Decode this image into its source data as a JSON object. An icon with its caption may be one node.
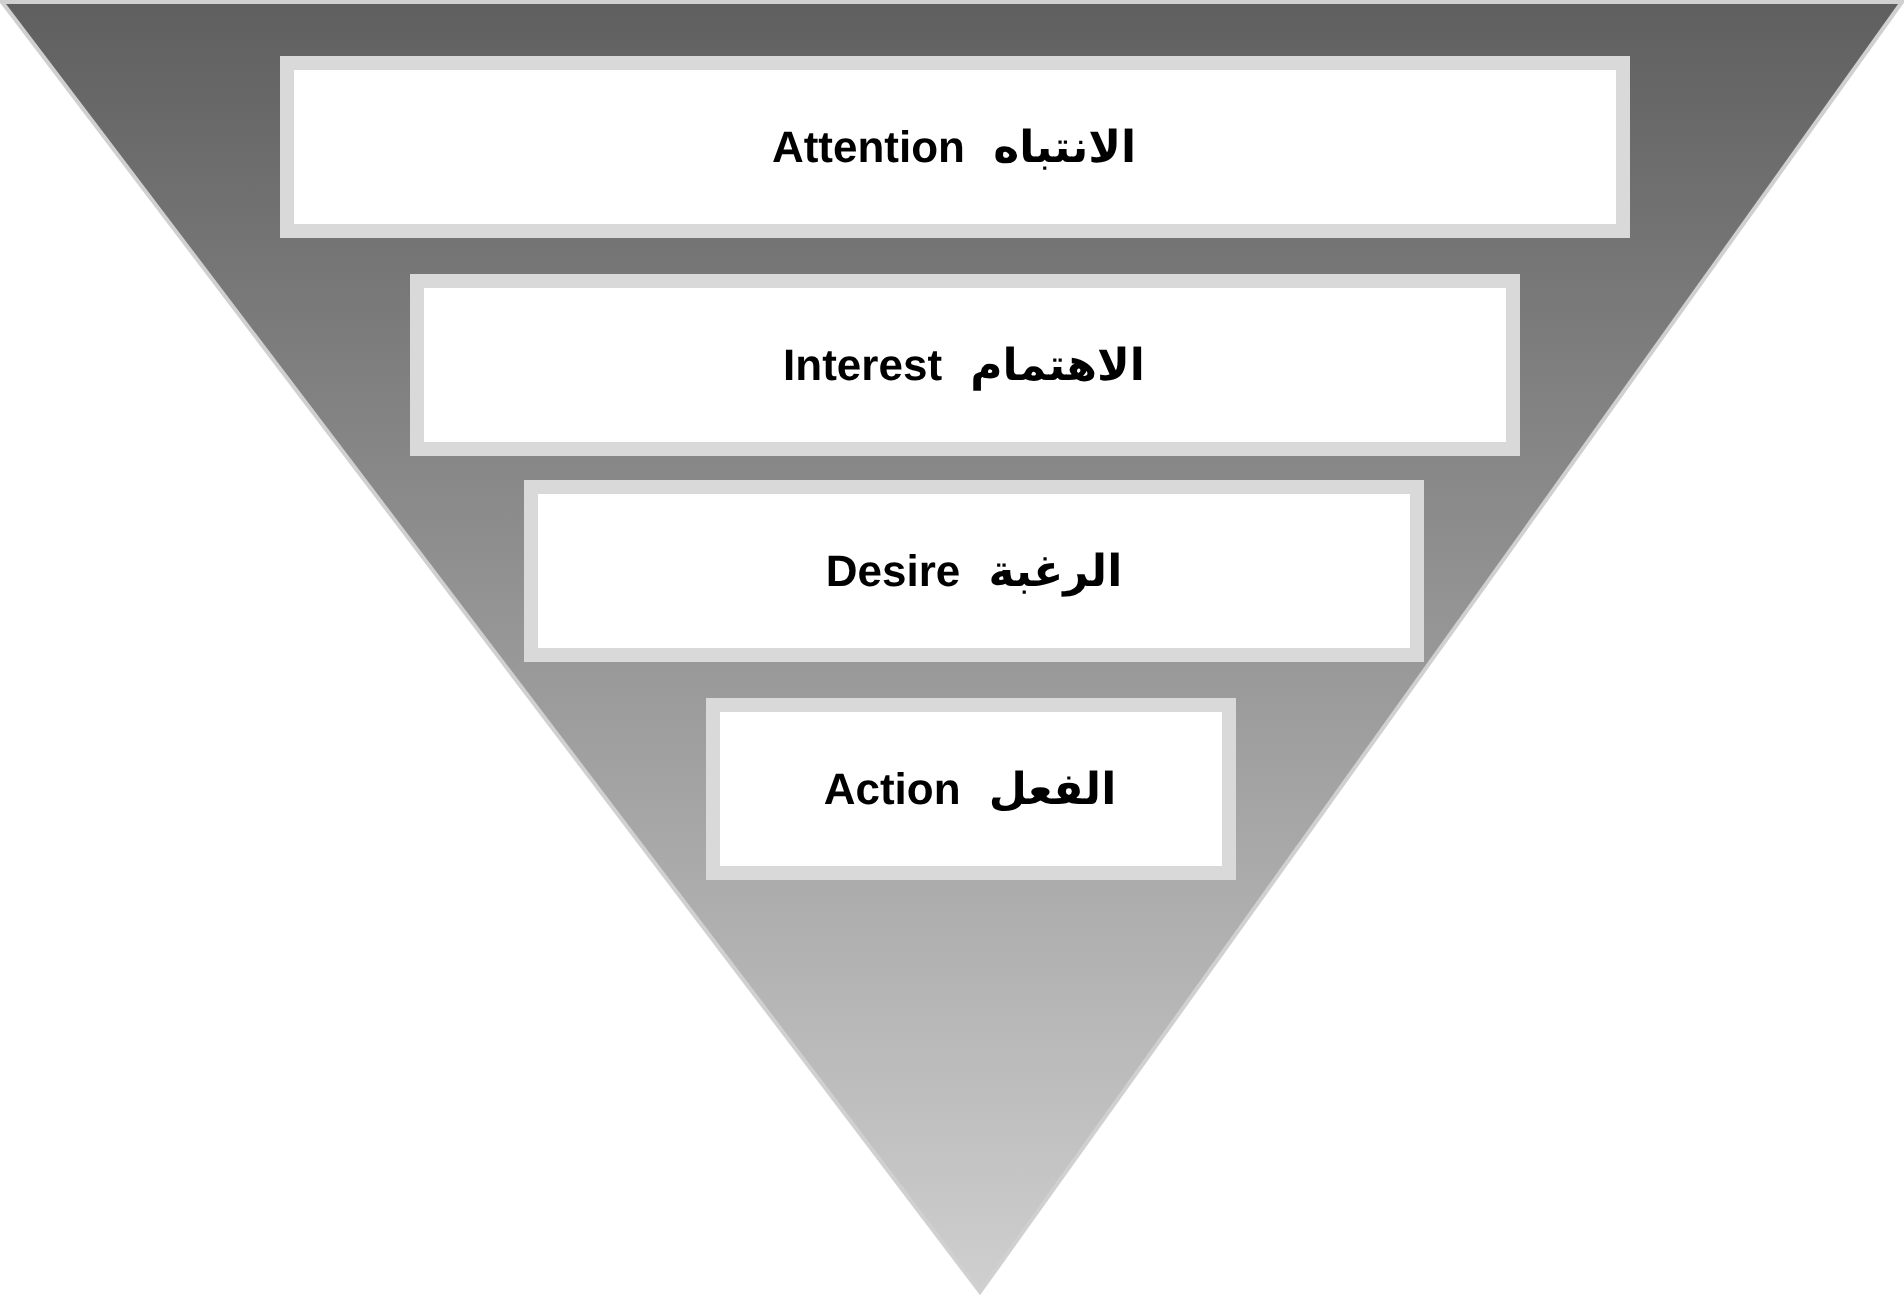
{
  "diagram": {
    "nodes": [
      {
        "text": [],
        "shape": "triangle"
      },
      {
        "text": [
          "Attention الانتباه"
        ],
        "in": 0
      },
      {
        "text": [
          "Interest الاهتمام"
        ],
        "in": 0
      },
      {
        "text": [
          "Desire الرغبة"
        ],
        "in": 0
      },
      {
        "text": [
          "Action الفعل"
        ],
        "in": 0
      }
    ]
  }
}
